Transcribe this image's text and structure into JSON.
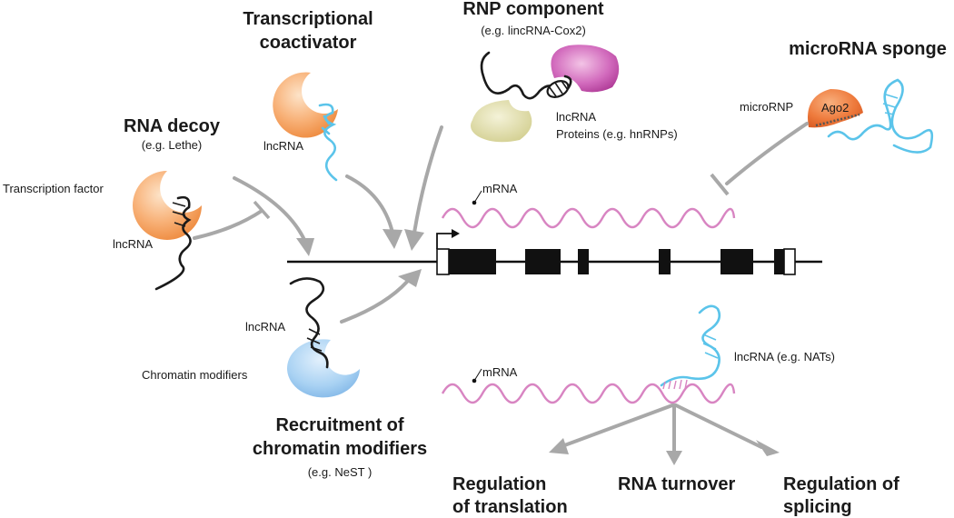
{
  "mechanisms": {
    "coactivator": {
      "title_line1": "Transcriptional",
      "title_line2": "coactivator",
      "lncrna_label": "lncRNA"
    },
    "rnp": {
      "title": "RNP component",
      "example": "(e.g. lincRNA-Cox2)",
      "lncrna_label": "lncRNA",
      "proteins_label": "Proteins (e.g. hnRNPs)"
    },
    "sponge": {
      "title": "microRNA sponge",
      "microrna_label": "microRNP",
      "ago_label": "Ago2"
    },
    "decoy": {
      "title": "RNA decoy",
      "example": "(e.g. Lethe)",
      "tf_label": "Transcription factor",
      "lncrna_label": "lncRNA"
    },
    "chromatin": {
      "title_line1": "Recruitment of",
      "title_line2": "chromatin modifiers",
      "example": "(e.g. NeST )",
      "lncrna_label": "lncRNA",
      "modifiers_label": "Chromatin modifiers"
    },
    "nat": {
      "lncrna_label": "lncRNA (e.g. NATs)",
      "mrna_label": "mRNA"
    }
  },
  "gene": {
    "mrna_label": "mRNA"
  },
  "outcomes": {
    "translation_line1": "Regulation",
    "translation_line2": "of translation",
    "turnover": "RNA turnover",
    "splicing_line1": "Regulation of",
    "splicing_line2": "splicing"
  },
  "colors": {
    "orange": "#f5a05a",
    "purple": "#b43c9a",
    "olive": "#d7d49a",
    "blue_protein": "#8ec3ee",
    "lncrna_blue": "#5bc4ea",
    "mrna_pink": "#d885c2",
    "arrow_gray": "#a8a8a8"
  }
}
